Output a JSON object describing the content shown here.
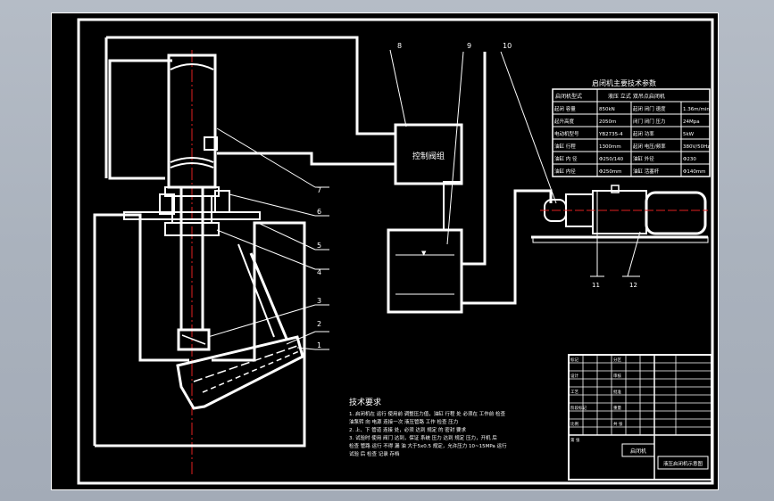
{
  "labels": {
    "control_valve_group": "控制阀组",
    "spec_table_title": "启闭机主要技术参数",
    "technical_requirements_title": "技术要求"
  },
  "callouts": [
    "1",
    "2",
    "3",
    "4",
    "5",
    "6",
    "7",
    "8",
    "9",
    "10",
    "11",
    "12"
  ],
  "spec_table": {
    "header": [
      "启闭机型式",
      "",
      "",
      "液压 立式 双吊点启闭机"
    ],
    "rows": [
      [
        "起闭 容量",
        "850kN",
        "起闭 闭门 速度",
        "1.36m/min"
      ],
      [
        "起升高度",
        "2050m",
        "闭门 闭门 压力",
        "24Mpa"
      ],
      [
        "电动机型号",
        "YB2735-4",
        "起闭 功率",
        "5kW"
      ],
      [
        "油缸 行程",
        "1300mm",
        "起闭 电压/频率",
        "380V/50Hz"
      ],
      [
        "油缸 内 径",
        "Φ250/140",
        "油缸 外径",
        "Φ230"
      ],
      [
        "油缸 内径",
        "Φ250mm",
        "油缸 活塞杆",
        "Φ140mm"
      ]
    ]
  },
  "title_block": {
    "cells": [
      "标记",
      "分区",
      "设计",
      "审核",
      "工艺",
      "批准",
      "阶段标记",
      "重量",
      "比例",
      "共 张",
      "第 张"
    ],
    "drawing_name": "启闭机",
    "drawing_number": "液压启闭机示意图"
  },
  "tech_requirements": [
    "1. 启闭机在 运行 使用前 调整压力值，油缸 行程 处 必须在 工作前 检查",
    "   油泵转 向 电源 连接一次 液压管路 工作 检查 压力",
    "2. 上、下 管道 连接 处，必须 达到 规定 的 密封 要求",
    "3. 试验时 使用 阀门 达到，保证 系统 压力 达到 规定 压力，开机 后",
    "   检查 管路 运行 不得 漏 油 大于5x0.5 规定，允许压力 10~15MPa 运行",
    "   试验 后 检查 记录 存档"
  ]
}
